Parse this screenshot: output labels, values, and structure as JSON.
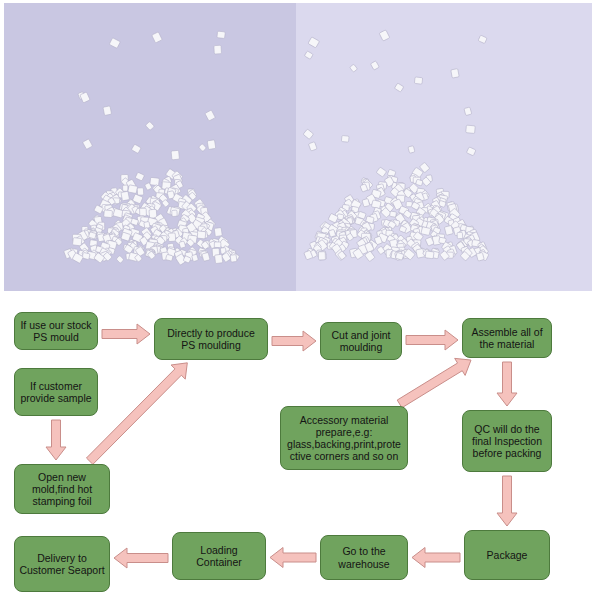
{
  "diagram": {
    "nodes": [
      {
        "text": [
          "If use our stock PS mould"
        ]
      },
      {
        "text": [
          "Directly to produce PS moulding"
        ]
      },
      {
        "text": [
          "Cut and joint moulding"
        ]
      },
      {
        "text": [
          "Assemble all of the material"
        ]
      },
      {
        "text": [
          "If customer provide sample"
        ]
      },
      {
        "text": [
          "Accessory material prepare,e.g: glass,backing,print,protective corners and so on"
        ]
      },
      {
        "text": [
          "QC will do the final Inspection before packing"
        ]
      },
      {
        "text": [
          "Open new mold,find hot stamping foil"
        ]
      },
      {
        "text": [
          "Delivery to Customer Seaport"
        ]
      },
      {
        "text": [
          "Loading Container"
        ]
      },
      {
        "text": [
          "Go to the warehouse"
        ]
      },
      {
        "text": [
          "Package"
        ]
      }
    ],
    "edges": [
      {
        "from": 0,
        "to": 1,
        "arrow": "to"
      },
      {
        "from": 1,
        "to": 2,
        "arrow": "to"
      },
      {
        "from": 2,
        "to": 3,
        "arrow": "to"
      },
      {
        "from": 4,
        "to": 7,
        "arrow": "to"
      },
      {
        "from": 7,
        "to": 1,
        "arrow": "to"
      },
      {
        "from": 5,
        "to": 3,
        "arrow": "to"
      },
      {
        "from": 3,
        "to": 6,
        "arrow": "to"
      },
      {
        "from": 6,
        "to": 11,
        "arrow": "to"
      },
      {
        "from": 11,
        "to": 10,
        "arrow": "to"
      },
      {
        "from": 10,
        "to": 9,
        "arrow": "to"
      },
      {
        "from": 9,
        "to": 8,
        "arrow": "to"
      }
    ]
  }
}
